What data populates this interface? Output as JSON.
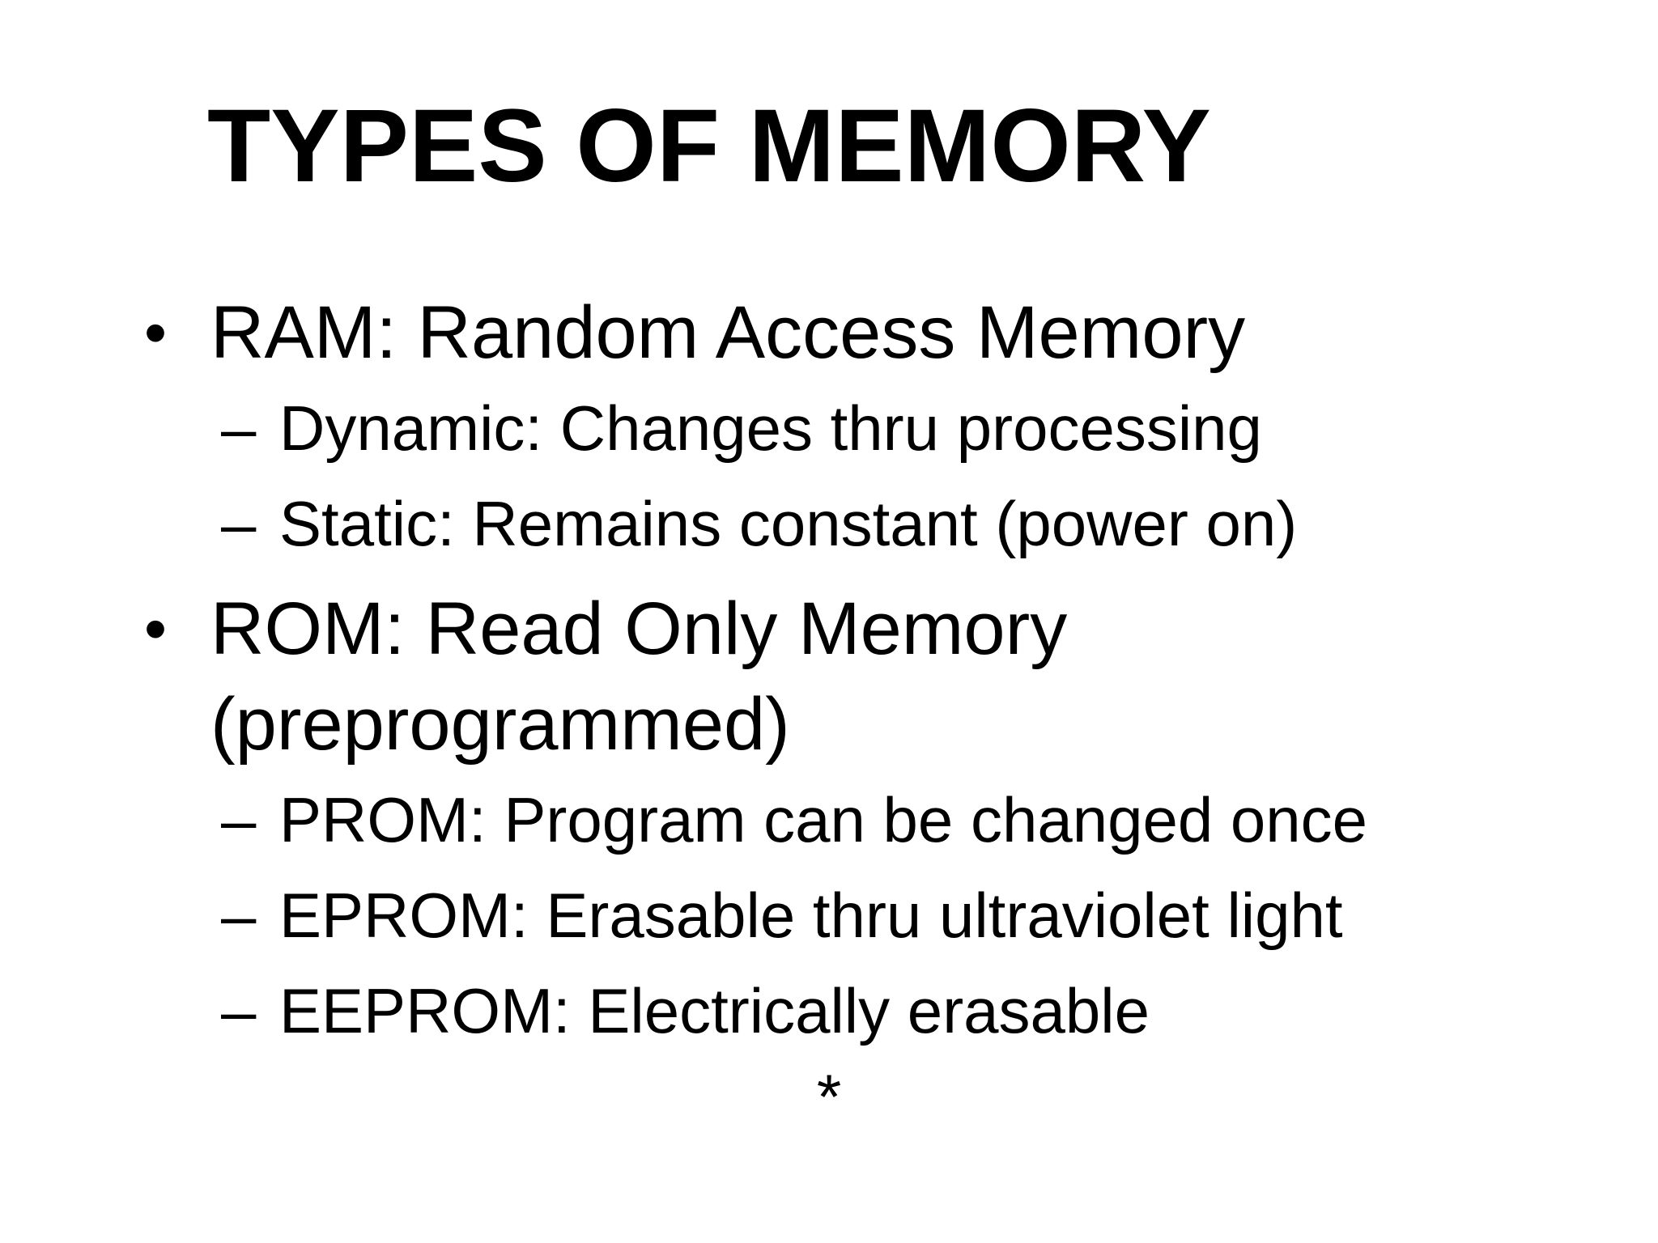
{
  "slide": {
    "background_color": "#ffffff",
    "text_color": "#000000",
    "title": "TYPES OF MEMORY",
    "bullets": [
      {
        "level": 1,
        "marker": "•",
        "text": "RAM: Random Access Memory"
      },
      {
        "level": 2,
        "marker": "–",
        "text": "Dynamic: Changes thru processing"
      },
      {
        "level": 2,
        "marker": "–",
        "text": "Static: Remains constant (power on)"
      },
      {
        "level": 1,
        "marker": "•",
        "text": "ROM: Read Only Memory (preprogrammed)"
      },
      {
        "level": 2,
        "marker": "–",
        "text": "PROM: Program can be changed once"
      },
      {
        "level": 2,
        "marker": "–",
        "text": "EPROM: Erasable thru ultraviolet light"
      },
      {
        "level": 2,
        "marker": "–",
        "text": "EEPROM: Electrically erasable"
      }
    ],
    "footer_symbol": "*"
  }
}
